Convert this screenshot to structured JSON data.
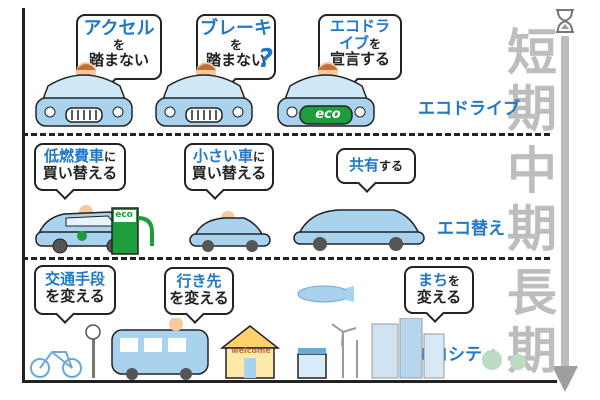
{
  "timeline": {
    "short_1": "短",
    "short_2": "期",
    "mid_1": "中",
    "mid_2": "期",
    "long_1": "長",
    "long_2": "期"
  },
  "rows": {
    "eco_drive": {
      "label": "エコドライブ",
      "bubbles": [
        {
          "main": "アクセル",
          "sub1": "を",
          "sub2": "踏まない"
        },
        {
          "main": "ブレーキ",
          "sub1": "を",
          "sub2": "踏まない",
          "mark": "?"
        },
        {
          "main1": "エコドラ",
          "main2": "イブ",
          "sub1": "を",
          "sub2": "宣言する"
        }
      ],
      "plate": "eco"
    },
    "eco_replace": {
      "label": "エコ替え",
      "bubbles": [
        {
          "main": "低燃費車",
          "tail": "に",
          "sub": "買い替える"
        },
        {
          "main": "小さい車",
          "tail": "に",
          "sub": "買い替える"
        },
        {
          "main": "共有",
          "tail": "する"
        }
      ],
      "pump": "eco"
    },
    "eco_city": {
      "label": "エコシティ",
      "bubbles": [
        {
          "main": "交通手段",
          "sub": "を変える"
        },
        {
          "main": "行き先",
          "sub": "を変える"
        },
        {
          "main": "まち",
          "tail": "を",
          "sub": "変える"
        }
      ],
      "shop_sign": "welcome"
    }
  },
  "colors": {
    "accent": "#1f78c8",
    "car": "#a9d2ef",
    "timeline": "#bdbdbd",
    "eco_green": "#1e9e3a"
  }
}
